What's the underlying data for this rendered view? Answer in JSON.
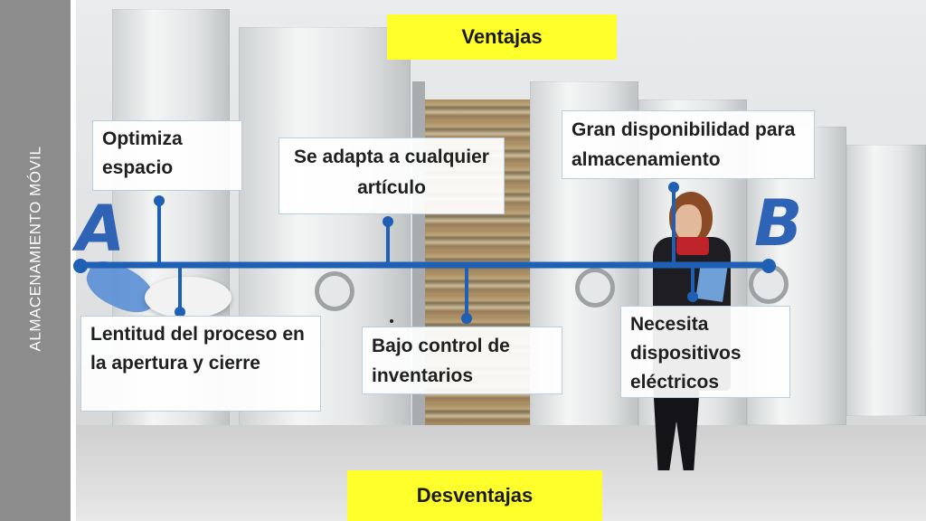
{
  "slide": {
    "side_title": "ALMACENAMIENTO MÓVIL",
    "advantages_header": "Ventajas",
    "disadvantages_header": "Desventajas",
    "endpoint_a": "A",
    "endpoint_b": "B",
    "advantages": [
      {
        "text": "Optimiza espacio"
      },
      {
        "text": "Se adapta a cualquier artículo"
      },
      {
        "text": "Gran disponibilidad para almacenamiento"
      }
    ],
    "disadvantages": [
      {
        "text": "Lentitud del proceso en la apertura y cierre"
      },
      {
        "text": "Bajo control de inventarios"
      },
      {
        "text": "Necesita dispositivos eléctricos"
      }
    ]
  },
  "colors": {
    "timeline": "#1f5fb4",
    "highlight": "#ffff2b",
    "side_band": "#8c8c8c"
  }
}
